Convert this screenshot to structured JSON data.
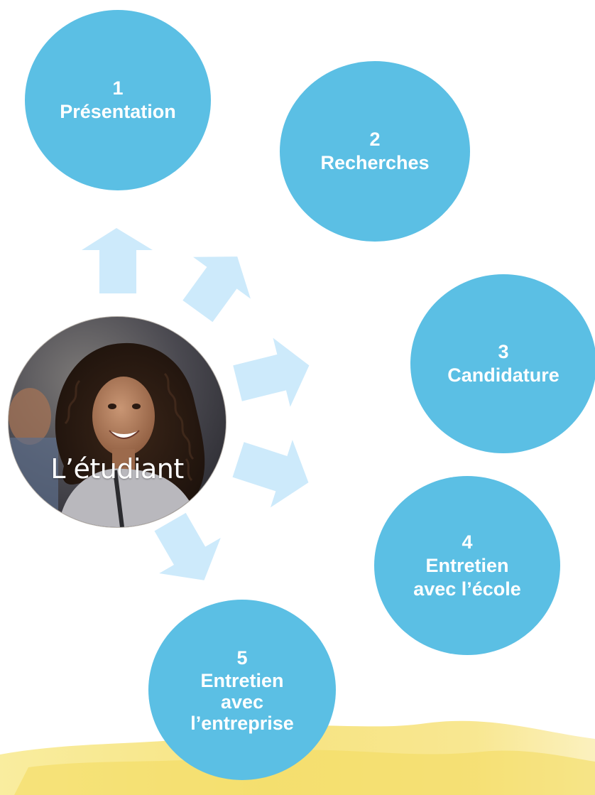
{
  "center": {
    "label": "L’étudiant"
  },
  "steps": [
    {
      "number": "1",
      "lines": [
        "Présentation"
      ]
    },
    {
      "number": "2",
      "lines": [
        "Recherches"
      ]
    },
    {
      "number": "3",
      "lines": [
        "Candidature"
      ]
    },
    {
      "number": "4",
      "lines": [
        "Entretien",
        "avec l’école"
      ]
    },
    {
      "number": "5",
      "lines": [
        "Entretien",
        "avec",
        "l’entreprise"
      ]
    }
  ],
  "colors": {
    "step_fill": "#5bbfe4",
    "arrow_fill": "#cdeafb",
    "backdrop_yellow": "#f6e27a"
  }
}
